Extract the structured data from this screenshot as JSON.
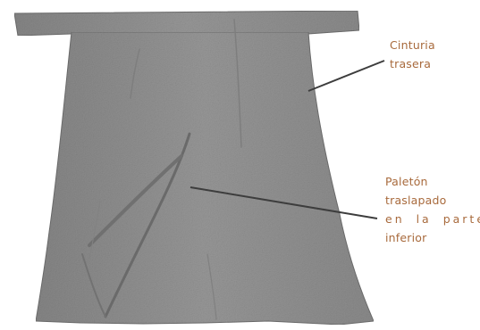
{
  "colors": {
    "garment_fill": "#8f8f8f",
    "garment_edge": "#6e6e6e",
    "leader_line": "#3d3d3d",
    "label_text": "#a86a3c",
    "background": "#ffffff"
  },
  "annotations": {
    "waist": {
      "line1": "Cinturia",
      "line2": "trasera"
    },
    "panel": {
      "line1": "Paletón",
      "line2": "traslapado",
      "line3": "en la parte",
      "line4": "inferior"
    }
  }
}
